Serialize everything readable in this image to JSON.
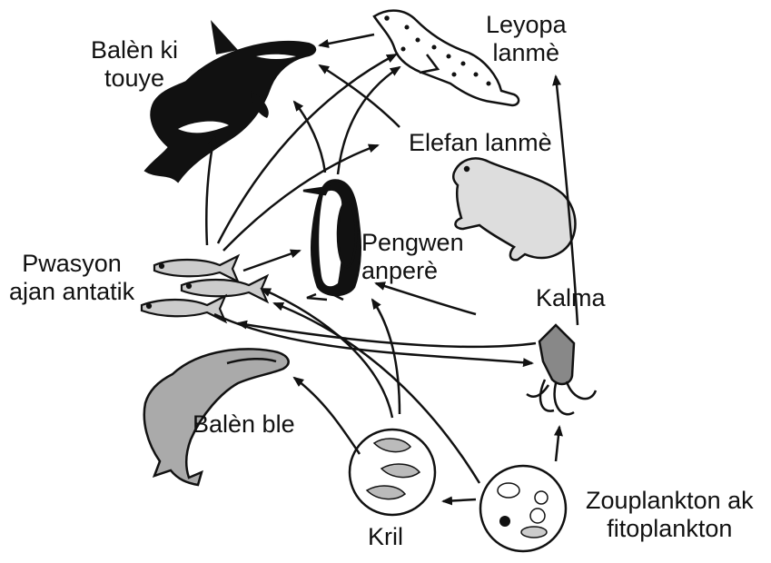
{
  "labels": {
    "orca": [
      "Balèn ki",
      "touye"
    ],
    "leopard_seal": [
      "Leyopa",
      "lanmè"
    ],
    "elephant_seal": "Elefan lanmè",
    "emperor_penguin": [
      "Pengwen",
      "anperè"
    ],
    "antarctic_fish": [
      "Pwasyon",
      "ajan antatik"
    ],
    "squid": "Kalma",
    "blue_whale": "Balèn ble",
    "krill": "Kril",
    "plankton": [
      "Zouplankton ak",
      "fitoplankton"
    ]
  },
  "links": [
    [
      "leopard-seal",
      "orca"
    ],
    [
      "elephant-seal",
      "orca"
    ],
    [
      "penguin",
      "orca"
    ],
    [
      "fish",
      "orca"
    ],
    [
      "fish",
      "leopard-seal"
    ],
    [
      "penguin",
      "leopard-seal"
    ],
    [
      "fish",
      "elephant-seal"
    ],
    [
      "fish",
      "penguin"
    ],
    [
      "squid",
      "penguin"
    ],
    [
      "squid",
      "leopard-seal"
    ],
    [
      "squid",
      "fish"
    ],
    [
      "fish",
      "squid"
    ],
    [
      "krill",
      "fish"
    ],
    [
      "krill",
      "penguin"
    ],
    [
      "krill",
      "blue-whale"
    ],
    [
      "plankton",
      "krill"
    ],
    [
      "plankton",
      "squid"
    ],
    [
      "plankton",
      "fish"
    ]
  ]
}
